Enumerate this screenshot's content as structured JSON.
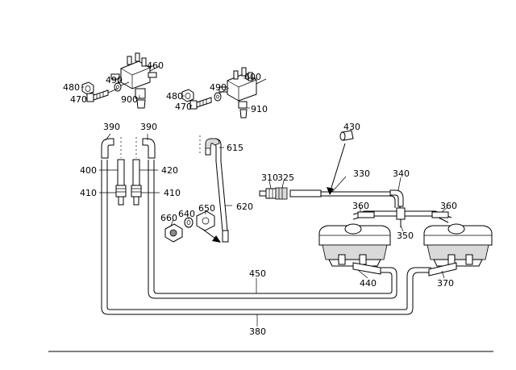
{
  "parts": {
    "p460": "460",
    "p490a": "490",
    "p480a": "480",
    "p470a": "470",
    "p900": "900",
    "p600": "600",
    "p490b": "490",
    "p480b": "480",
    "p470b": "470",
    "p910": "910",
    "p390a": "390",
    "p390b": "390",
    "p400": "400",
    "p420": "420",
    "p410a": "410",
    "p410b": "410",
    "p615": "615",
    "p620": "620",
    "p650": "650",
    "p640": "640",
    "p660": "660",
    "p430": "430",
    "p310": "310",
    "p325": "325",
    "p330": "330",
    "p340": "340",
    "p360a": "360",
    "p360b": "360",
    "p350": "350",
    "p440": "440",
    "p370": "370",
    "p450": "450",
    "p380": "380"
  }
}
